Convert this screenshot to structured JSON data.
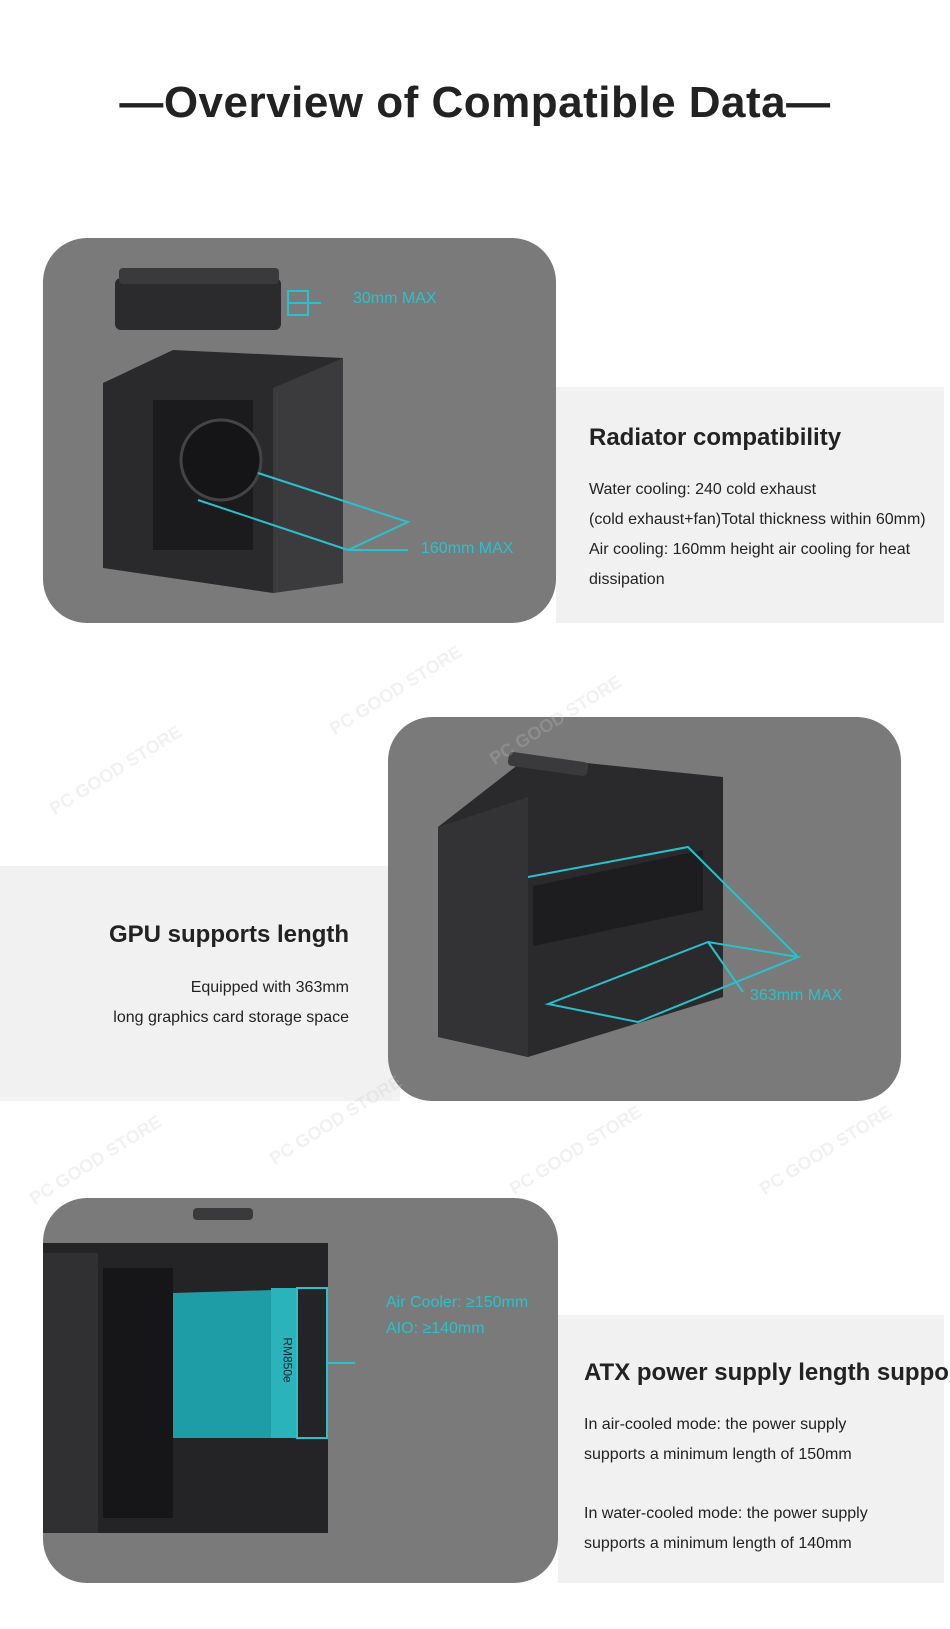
{
  "title": "—Overview of Compatible Data—",
  "watermark": "PC GOOD STORE",
  "accent_color": "#29c2cc",
  "sections": [
    {
      "heading": "Radiator compatibility",
      "lines": [
        "Water cooling: 240 cold exhaust",
        "(cold exhaust+fan)Total thickness within 60mm)",
        "Air cooling: 160mm height air cooling for heat",
        "dissipation"
      ],
      "labels": [
        "30mm MAX",
        "160mm MAX"
      ]
    },
    {
      "heading": "GPU supports length",
      "lines": [
        "Equipped with 363mm",
        "long graphics card storage space"
      ],
      "labels": [
        "363mm MAX"
      ]
    },
    {
      "heading": "ATX power supply length support",
      "lines": [
        "In air-cooled mode: the power supply",
        "supports a minimum length of 150mm",
        "In water-cooled mode: the power supply",
        "supports a minimum length of 140mm"
      ],
      "labels": [
        "Air Cooler: ≥150mm",
        "AIO: ≥140mm",
        "RM850e"
      ]
    }
  ]
}
